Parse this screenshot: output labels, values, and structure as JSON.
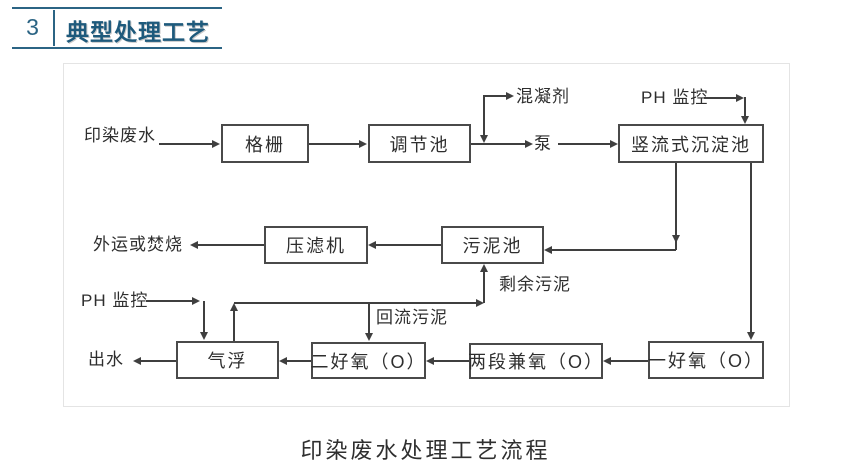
{
  "header": {
    "number": "3",
    "title": "典型处理工艺"
  },
  "diagram": {
    "caption": "印染废水处理工艺流程",
    "boxes": [
      {
        "id": "grid-screen",
        "label": "格栅"
      },
      {
        "id": "regulating-tank",
        "label": "调节池"
      },
      {
        "id": "vertical-flow-sedimentation-tank",
        "label": "竖流式沉淀池"
      },
      {
        "id": "filter-press",
        "label": "压滤机"
      },
      {
        "id": "sludge-tank",
        "label": "污泥池"
      },
      {
        "id": "air-flotation",
        "label": "气浮"
      },
      {
        "id": "second-aerobic",
        "label": "二好氧（O）"
      },
      {
        "id": "two-stage-facultative",
        "label": "两段兼氧（O）"
      },
      {
        "id": "first-aerobic",
        "label": "一好氧（O）"
      }
    ],
    "labels": [
      {
        "id": "influent",
        "text": "印染废水"
      },
      {
        "id": "coagulant",
        "text": "混凝剂"
      },
      {
        "id": "pump",
        "text": "泵"
      },
      {
        "id": "ph-monitor-top",
        "text": "PH 监控"
      },
      {
        "id": "disposal",
        "text": "外运或焚烧"
      },
      {
        "id": "excess-sludge",
        "text": "剩余污泥"
      },
      {
        "id": "ph-monitor-bottom",
        "text": "PH 监控"
      },
      {
        "id": "return-sludge",
        "text": "回流污泥"
      },
      {
        "id": "effluent",
        "text": "出水"
      }
    ]
  },
  "colors": {
    "header_accent": "#2b6484",
    "title_text": "#1e5a7c",
    "flow_line": "#3f3f3f",
    "diagram_text": "#2e2e2e",
    "diagram_border": "#e4e4e4"
  }
}
